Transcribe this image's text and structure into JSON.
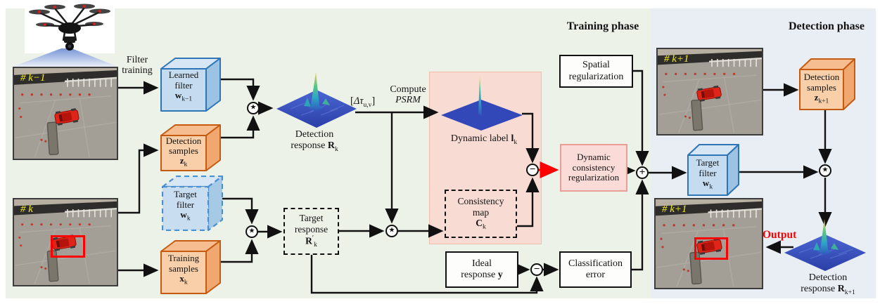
{
  "phases": {
    "training": "Training phase",
    "detection": "Detection phase"
  },
  "frames": {
    "k_minus_1": "# k−1",
    "k": "# k",
    "k_plus_1_in": "# k+1",
    "k_plus_1_out": "# k+1"
  },
  "annotations": {
    "filter_training_l1": "Filter",
    "filter_training_l2": "training",
    "delta_open": "[",
    "delta_sym": "Δτ",
    "delta_sub": "u,v",
    "delta_close": "]",
    "compute": "Compute",
    "psrm": "PSRM",
    "output": "Output"
  },
  "cubes": {
    "learned_filter": {
      "l1": "Learned",
      "l2": "filter",
      "sym": "w",
      "sub": "k−1"
    },
    "detection_samples": {
      "l1": "Detection",
      "l2": "samples",
      "sym": "z",
      "sub": "k"
    },
    "target_filter_train": {
      "l1": "Target",
      "l2": "filter",
      "sym": "w",
      "sub": "k"
    },
    "training_samples": {
      "l1": "Training",
      "l2": "samples",
      "sym": "x",
      "sub": "k"
    },
    "detection_samples_next": {
      "l1": "Detection",
      "l2": "samples",
      "sym": "z",
      "sub": "k+1"
    },
    "target_filter_det": {
      "l1": "Target",
      "l2": "filter",
      "sym": "w",
      "sub": "k"
    }
  },
  "boxes": {
    "spatial_regularization": {
      "l1": "Spatial",
      "l2": "regularization"
    },
    "target_response": {
      "l1": "Target",
      "l2": "response",
      "sym": "R",
      "prime": "′",
      "sub": "k"
    },
    "consistency_map": {
      "l1": "Consistency",
      "l2": "map",
      "sym": "C",
      "sub": "k"
    },
    "dynamic_consistency": {
      "l1": "Dynamic",
      "l2": "consistency",
      "l3": "regularization"
    },
    "ideal_response": {
      "l1": "Ideal",
      "l2": "response ",
      "sym": "y"
    },
    "classification_error": {
      "l1": "Classification",
      "l2": "error"
    }
  },
  "plots": {
    "detection_response_k": {
      "l1": "Detection",
      "l2": "response ",
      "sym": "R",
      "sub": "k"
    },
    "dynamic_label": {
      "text": "Dynamic label ",
      "sym": "l",
      "sub": "k"
    },
    "detection_response_next": {
      "l1": "Detection",
      "l2": "response ",
      "sym": "R",
      "sub": "k+1"
    }
  },
  "operators": {
    "correlation": "★",
    "subtract": "−",
    "add": "+"
  },
  "colors": {
    "training_bg": "#edf2e8",
    "detection_bg": "#e9edf4",
    "orange_fill": "#f8cfa8",
    "orange_border": "#c55a11",
    "blue_fill": "#c5dcf0",
    "blue_border": "#2e75b6",
    "pink_region": "#f8dcd3",
    "pink_region_border": "#f3bcab",
    "pink_box": "#fadbd8",
    "pink_box_border": "#ea9e95",
    "accent_red": "#ff0000",
    "frame_label_yellow": "#f2ee1f"
  }
}
